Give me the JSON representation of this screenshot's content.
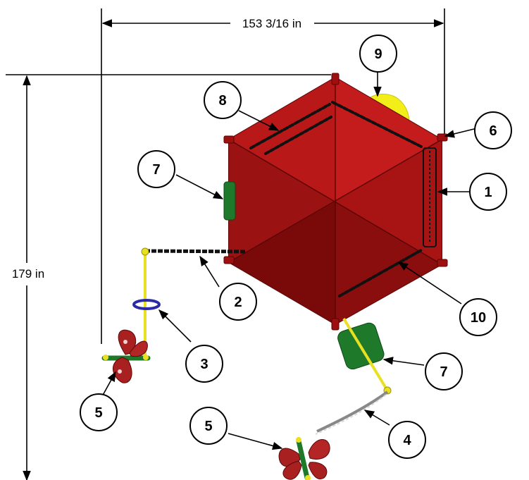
{
  "dimensions": {
    "width_label": "153 3/16 in",
    "height_label": "179 in"
  },
  "callouts": {
    "c1": "1",
    "c2": "2",
    "c3": "3",
    "c4": "4",
    "c5a": "5",
    "c5b": "5",
    "c6": "6",
    "c7a": "7",
    "c7b": "7",
    "c8": "8",
    "c9": "9",
    "c10": "10"
  },
  "colors": {
    "roof_red": "#b41414",
    "roof_dark": "#7a0a0a",
    "panel_green": "#1e7a2a",
    "pole_yellow": "#e8e020",
    "canopy_yellow": "#f2ee1a",
    "ring_blue": "#2a2aa8",
    "butterfly_red": "#a82020"
  }
}
